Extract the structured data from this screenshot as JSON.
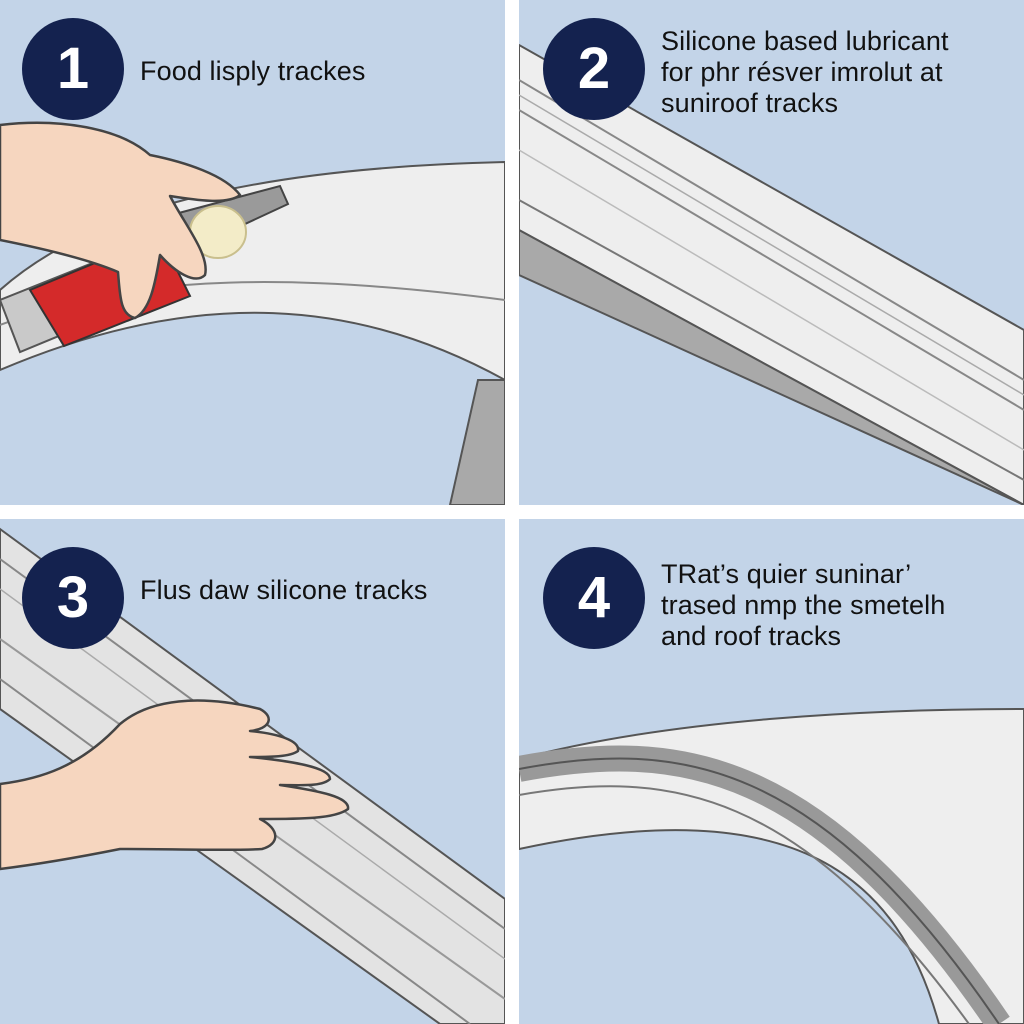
{
  "colors": {
    "background": "#c3d4e8",
    "divider": "#ffffff",
    "badge": "#14224f",
    "badge_text": "#ffffff",
    "caption_text": "#111111",
    "track_light": "#eeeeee",
    "track_mid": "#cfcfcf",
    "track_dark": "#a9a9a9",
    "skin": "#f6d6bf",
    "tube_red": "#d42a2a",
    "lubricant": "#f3ecc8"
  },
  "steps": [
    {
      "number": "1",
      "caption": "Food lisply trackes",
      "icons": [
        "hand-icon",
        "lubricant-tube-icon",
        "sunroof-track-icon"
      ]
    },
    {
      "number": "2",
      "caption": "Silicone based lubricant\nfor phr résver imrolut at\nsuniroof tracks",
      "icons": [
        "sunroof-track-icon"
      ]
    },
    {
      "number": "3",
      "caption": "Flus daw silicone tracks",
      "icons": [
        "hand-icon",
        "sunroof-track-icon"
      ]
    },
    {
      "number": "4",
      "caption": "TRat’s quier suninar’\ntrased nmp the smetelh\nand roof tracks",
      "icons": [
        "sunroof-track-icon"
      ]
    }
  ]
}
